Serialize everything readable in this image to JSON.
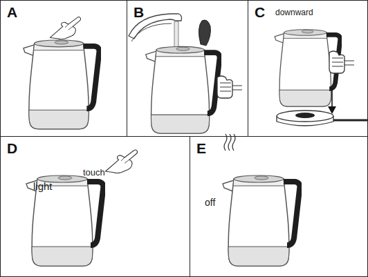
{
  "diagram": {
    "nodes": [
      {
        "text": [
          "A"
        ]
      },
      {
        "text": [
          "B"
        ]
      },
      {
        "text": [
          "C"
        ]
      },
      {
        "text": [
          "D"
        ]
      },
      {
        "text": [
          "E"
        ]
      }
    ],
    "labels": [
      "downward",
      "touch",
      "light",
      "off"
    ]
  }
}
